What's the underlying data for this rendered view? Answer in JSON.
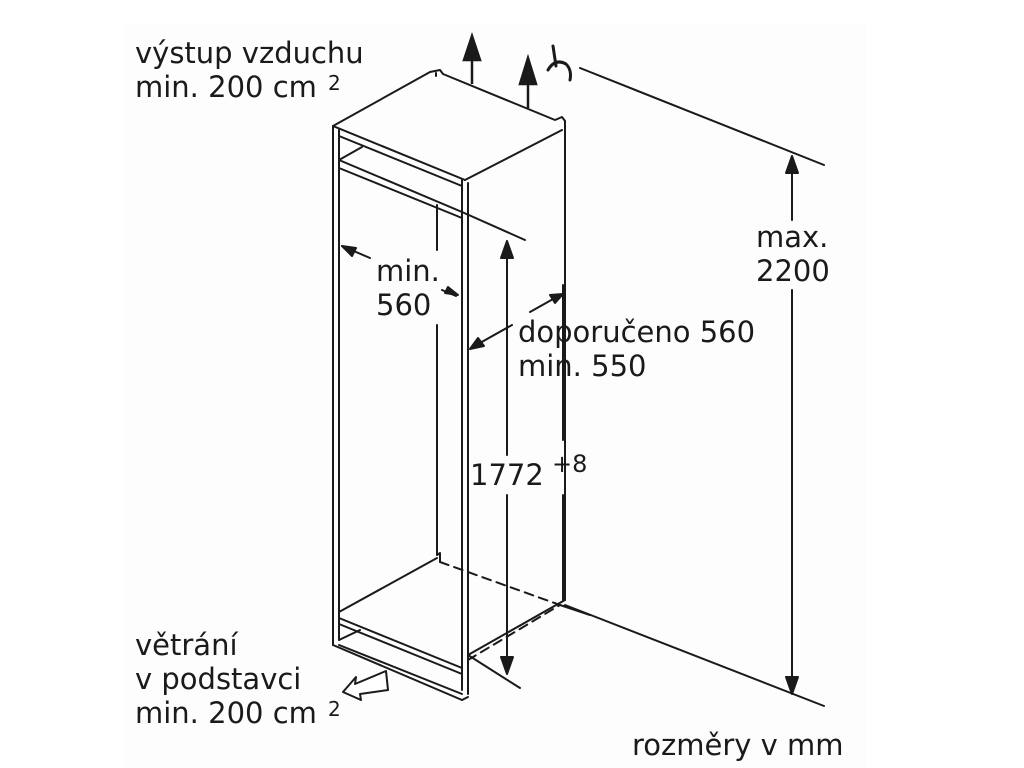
{
  "diagram": {
    "title": "Built-in refrigerator niche installation dimensions",
    "colors": {
      "background": "#ffffff",
      "canvas": "#fdfdfd",
      "line": "#1a1a1a"
    },
    "labels": {
      "air_outlet": {
        "line1": "výstup vzduchu",
        "line2": "min. 200 cm",
        "sup": "2"
      },
      "inner_width": {
        "line1": "min.",
        "line2": "560"
      },
      "depth": {
        "line1": "doporučeno 560",
        "line2": "min. 550"
      },
      "niche_height": {
        "value": "1772",
        "tolerance": "+8"
      },
      "max_height": {
        "line1": "max.",
        "line2": "2200"
      },
      "base_ventilation": {
        "line1": "větrání",
        "line2": "v podstavci",
        "line3": "min. 200 cm",
        "sup": "2"
      },
      "units": "rozměry v mm"
    },
    "icons": [
      "air-flow-arrow-icon",
      "air-flow-arrow-icon",
      "ceiling-clearance-symbol-icon",
      "air-intake-arrow-icon"
    ]
  }
}
